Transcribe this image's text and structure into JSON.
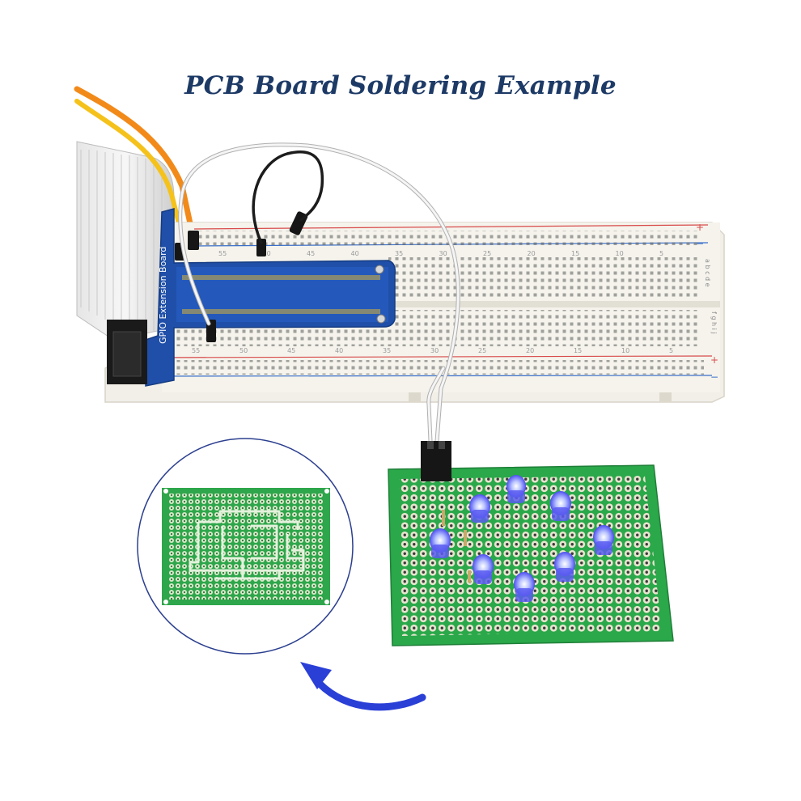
{
  "title": "PCB Board Soldering Example",
  "gpio_label": "GPIO Extension Board",
  "breadboard_numbers_top": [
    "55",
    "50",
    "45",
    "40",
    "35",
    "30",
    "25",
    "20",
    "15",
    "10",
    "5"
  ],
  "breadboard_numbers_bottom": [
    "55",
    "50",
    "45",
    "40",
    "35",
    "30",
    "25",
    "20",
    "15",
    "10",
    "5"
  ],
  "breadboard_rows_top": "a b c d e",
  "breadboard_rows_bottom": "f g h i j",
  "rail_plus": "+",
  "rail_minus": "−",
  "colors": {
    "title": "#1d3a66",
    "pcb_green": "#2aa84a",
    "gpio_blue": "#1f4fa8",
    "arrow_blue": "#2a3fd6",
    "led_blue": "#6a6cff"
  },
  "icons": [
    "arrow-icon",
    "led-icon"
  ]
}
